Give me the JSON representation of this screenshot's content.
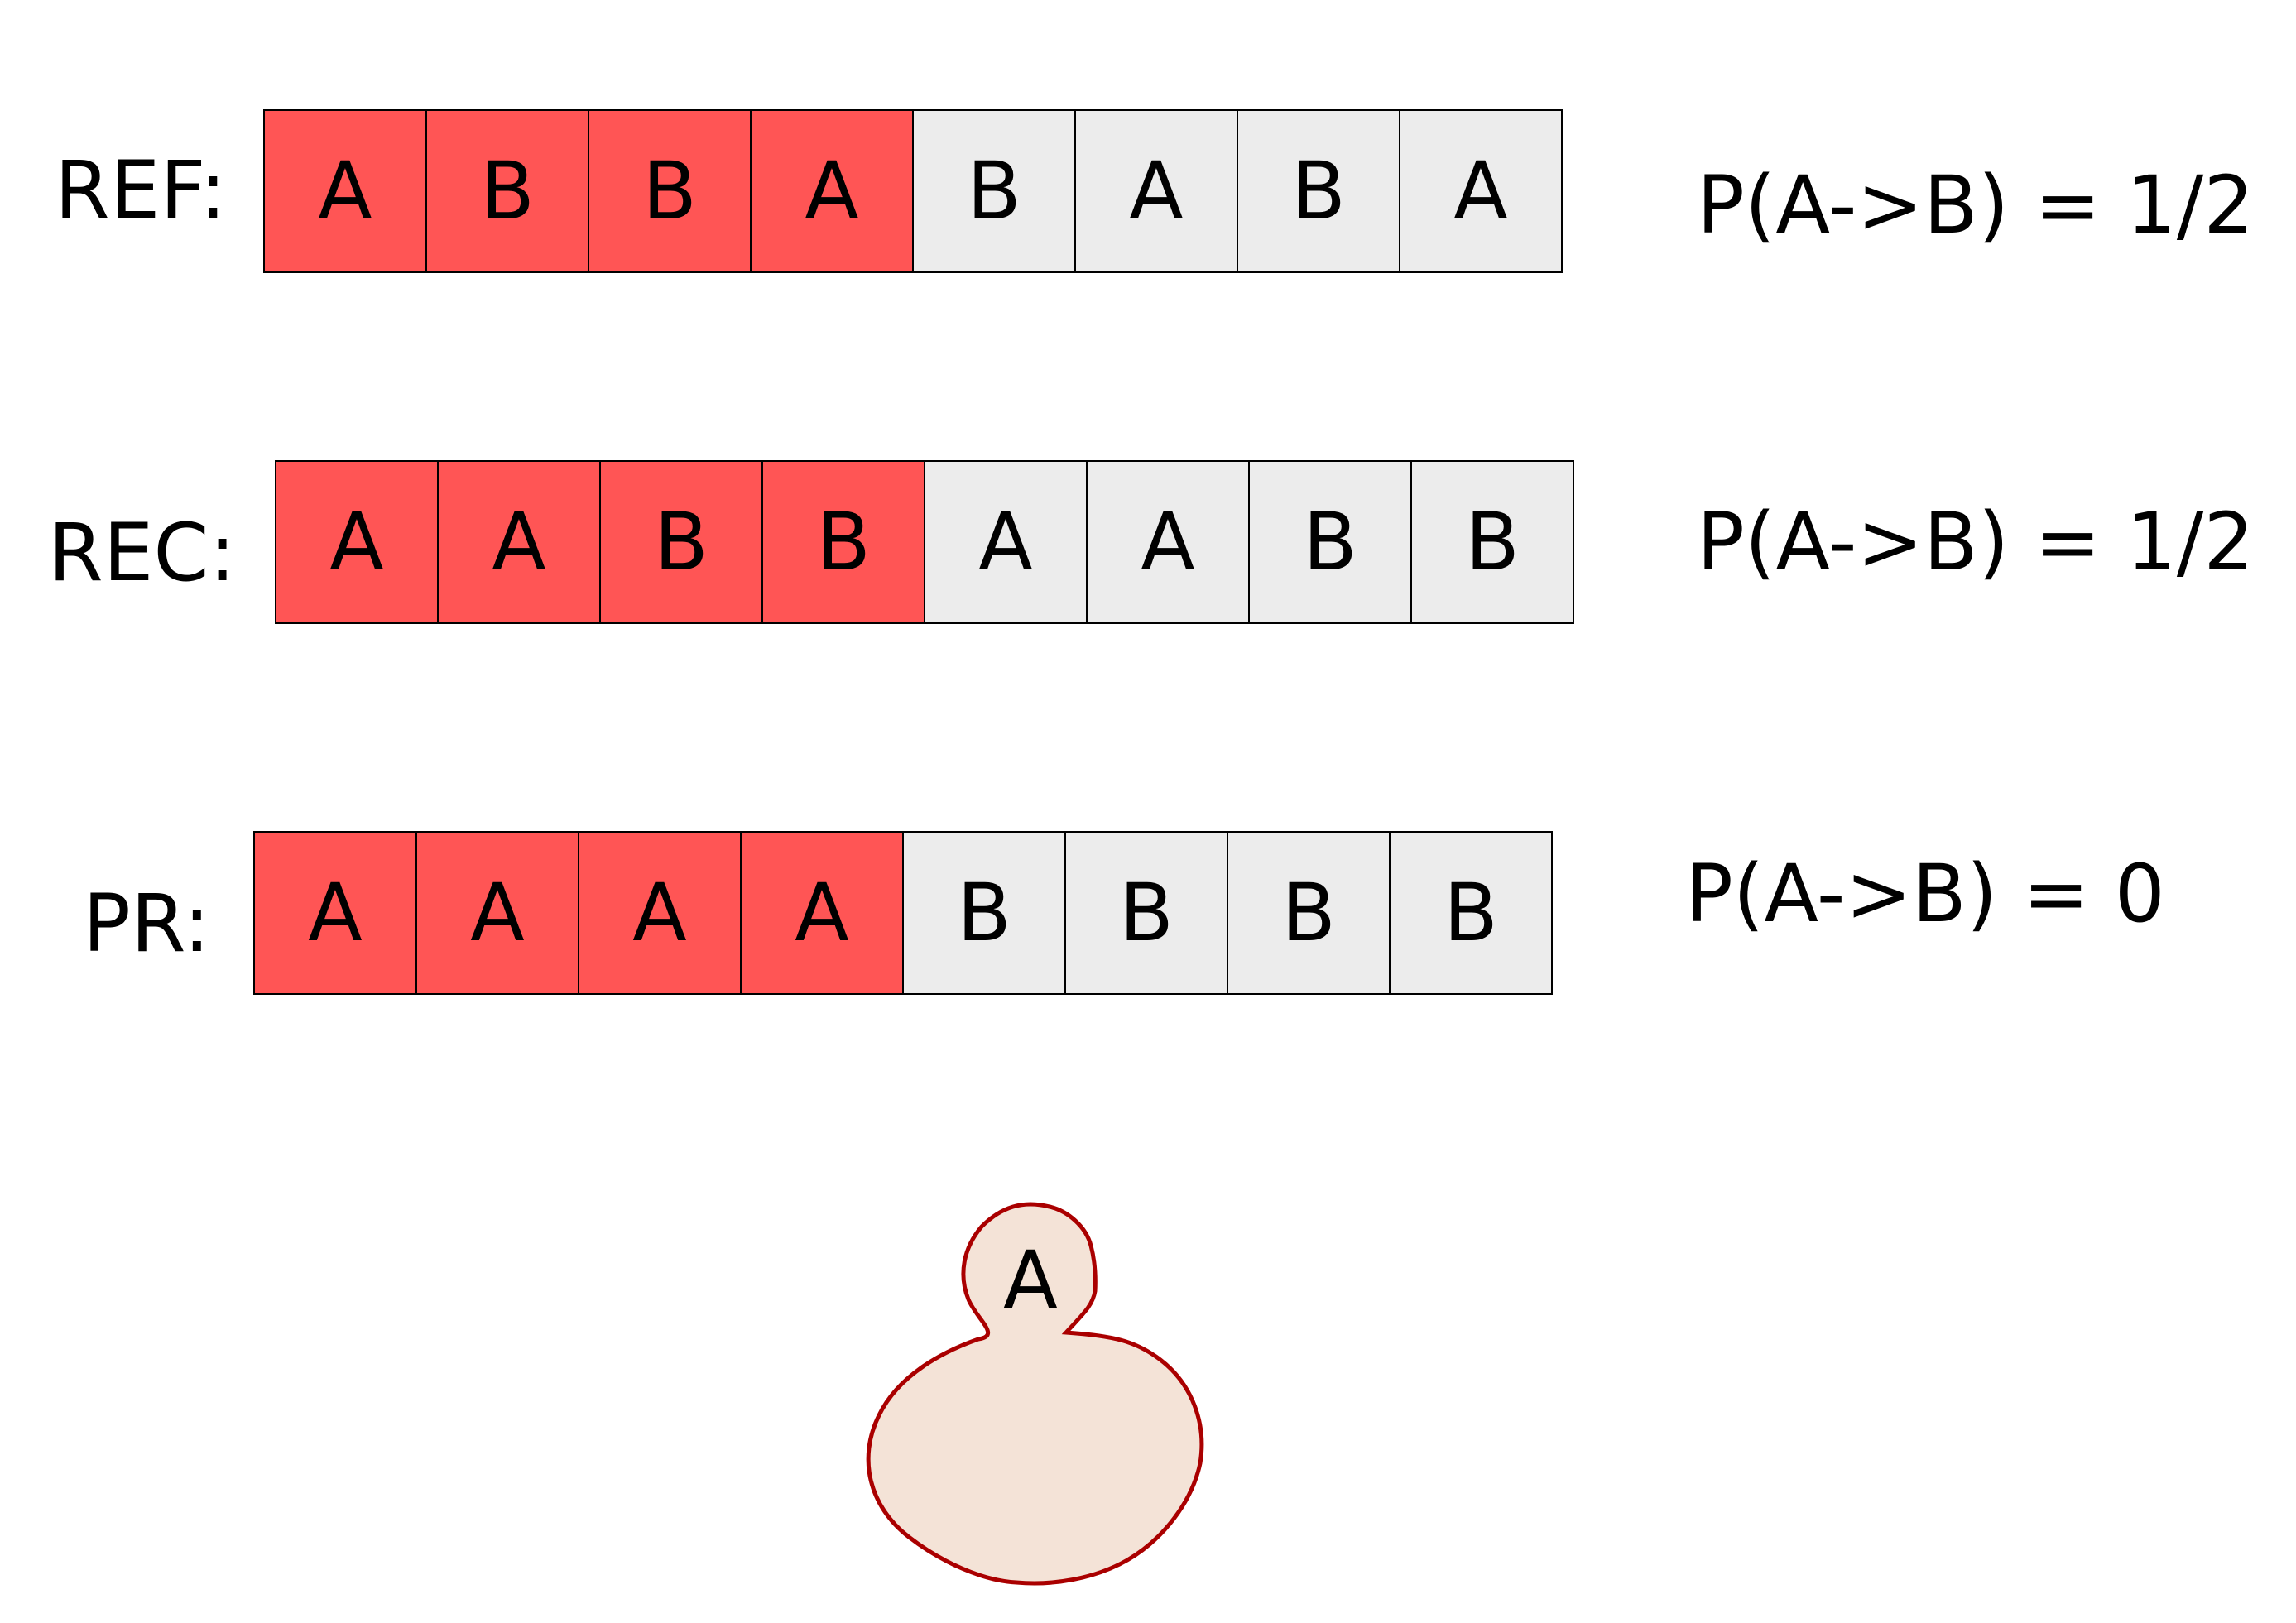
{
  "colors": {
    "highlight": "#ff5555",
    "neutral": "#ececec",
    "blob_fill": "#f4e3d7",
    "blob_stroke": "#aa0000"
  },
  "rows": [
    {
      "label": "REF:",
      "cells": [
        "A",
        "B",
        "B",
        "A",
        "B",
        "A",
        "B",
        "A"
      ],
      "highlighted": [
        true,
        true,
        true,
        true,
        false,
        false,
        false,
        false
      ],
      "probability": "P(A->B) = 1/2"
    },
    {
      "label": "REC:",
      "cells": [
        "A",
        "A",
        "B",
        "B",
        "A",
        "A",
        "B",
        "B"
      ],
      "highlighted": [
        true,
        true,
        true,
        true,
        false,
        false,
        false,
        false
      ],
      "probability": "P(A->B) = 1/2"
    },
    {
      "label": "PR:",
      "cells": [
        "A",
        "A",
        "A",
        "A",
        "B",
        "B",
        "B",
        "B"
      ],
      "highlighted": [
        true,
        true,
        true,
        true,
        false,
        false,
        false,
        false
      ],
      "probability": "P(A->B) = 0"
    }
  ],
  "figure": {
    "label": "A",
    "icon": "person-silhouette-icon"
  }
}
